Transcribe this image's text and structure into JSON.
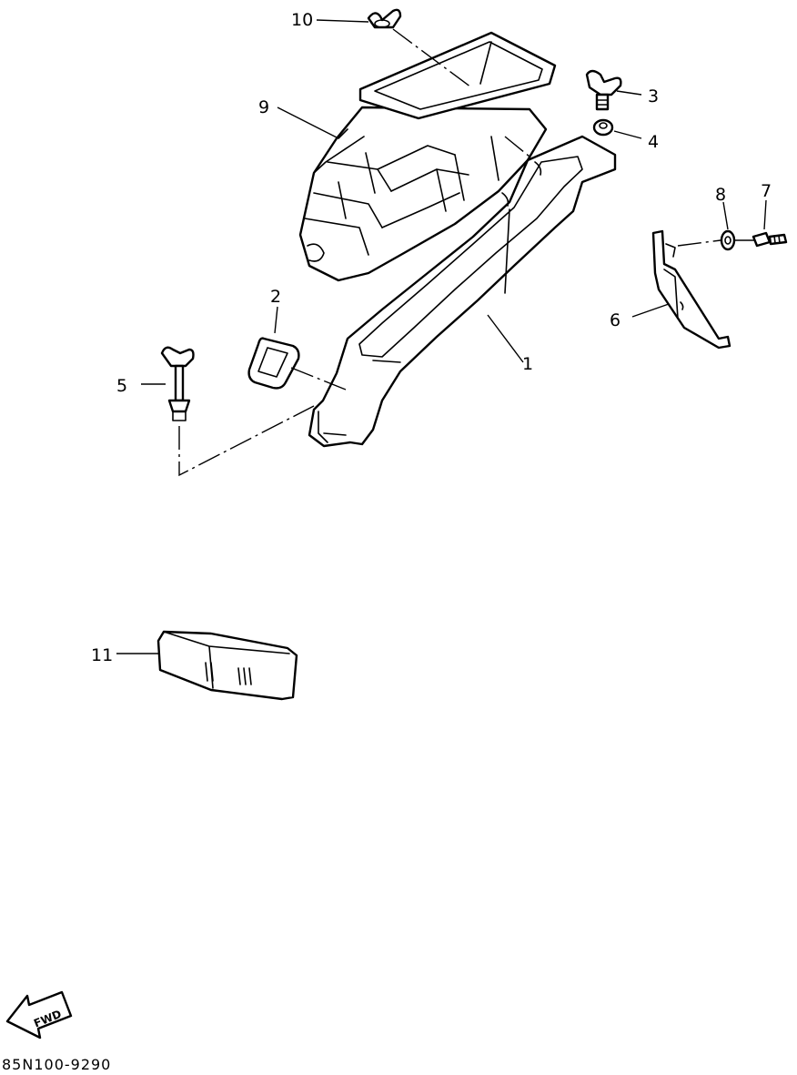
{
  "callouts": {
    "c1": "1",
    "c2": "2",
    "c3": "3",
    "c4": "4",
    "c5": "5",
    "c6": "6",
    "c7": "7",
    "c8": "8",
    "c9": "9",
    "c10": "10",
    "c11": "11"
  },
  "fwd_label": "FWD",
  "diagram_code": "85N100-9290",
  "colors": {
    "ink": "#000000",
    "paper": "#ffffff"
  }
}
